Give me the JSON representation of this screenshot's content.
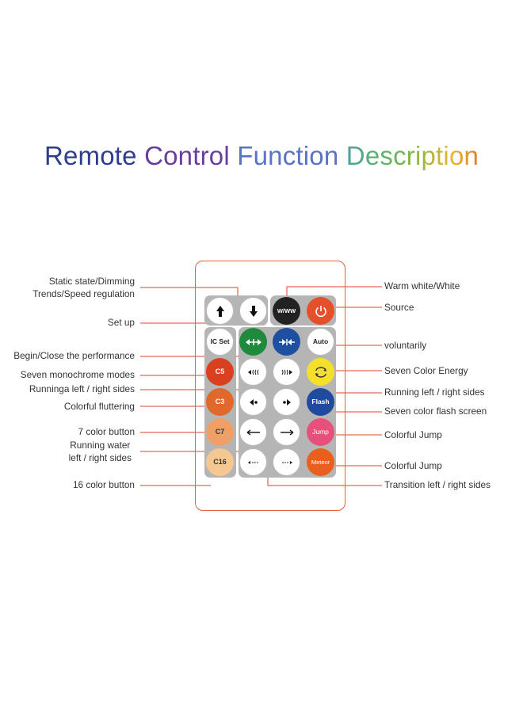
{
  "title": {
    "words": [
      "Remote",
      "Control",
      "Function",
      "Description"
    ],
    "colors": [
      "#2f3f8f",
      "#6a3fa0",
      "#5a6fc0",
      "#4fa6a0",
      "#e8b030"
    ]
  },
  "buttons": {
    "up": {
      "label": "",
      "icon": "arrow-up-icon"
    },
    "down": {
      "label": "",
      "icon": "arrow-down-icon"
    },
    "www": {
      "label": "W/WW",
      "color": "#222222"
    },
    "power": {
      "label": "",
      "icon": "power-icon",
      "color": "#e4502a"
    },
    "icset": {
      "label": "IC Set"
    },
    "green": {
      "label": "",
      "icon": "expand-arrows-icon",
      "color": "#1f8a3c"
    },
    "blue": {
      "label": "",
      "icon": "contract-arrows-icon",
      "color": "#1e4fa0"
    },
    "auto": {
      "label": "Auto"
    },
    "c5": {
      "label": "C5",
      "color": "#d8401f"
    },
    "run_left": {
      "label": "",
      "icon": "run-left-icon"
    },
    "run_right": {
      "label": "",
      "icon": "run-right-icon"
    },
    "energy": {
      "label": "",
      "icon": "cycle-icon",
      "color": "#f4e02a"
    },
    "c3": {
      "label": "C3",
      "color": "#e0682a"
    },
    "flutter_left": {
      "label": "",
      "icon": "flutter-left-icon"
    },
    "flutter_right": {
      "label": "",
      "icon": "flutter-right-icon"
    },
    "flash": {
      "label": "Flash",
      "color": "#1e4aa0"
    },
    "c7": {
      "label": "C7",
      "color": "#f0a066"
    },
    "water_left": {
      "label": "",
      "icon": "long-arrow-left-icon"
    },
    "water_right": {
      "label": "",
      "icon": "long-arrow-right-icon"
    },
    "jump": {
      "label": "Jump",
      "color": "#e8507c"
    },
    "c16": {
      "label": "C16",
      "color": "#f4c890"
    },
    "trans_left": {
      "label": "",
      "icon": "dots-left-icon"
    },
    "trans_right": {
      "label": "",
      "icon": "dots-right-icon"
    },
    "meteor": {
      "label": "Meteor",
      "color": "#e8601c"
    }
  },
  "labels_left": {
    "static_line1": "Static state/Dimming",
    "static_line2": "Trends/Speed regulation",
    "setup": "Set up",
    "begin_close": "Begin/Close the performance",
    "mono": "Seven monochrome modes",
    "runninga": "Runninga left / right sides",
    "fluttering": "Colorful fluttering",
    "seven_color": "7 color button",
    "water_line1": "Running water",
    "water_line2": "left / right sides",
    "sixteen": "16 color button"
  },
  "labels_right": {
    "warm": "Warm white/White",
    "source": "Source",
    "voluntarily": "voluntarily",
    "energy": "Seven Color Energy",
    "running": "Running  left / right sides",
    "flash_screen": "Seven color flash screen",
    "jump1": "Colorful Jump",
    "jump2": "Colorful Jump",
    "transition": "Transition left / right sides"
  },
  "colors": {
    "leader_line": "#e0402a",
    "remote_outline": "#e8603c",
    "panel": "#b5b5b5"
  }
}
